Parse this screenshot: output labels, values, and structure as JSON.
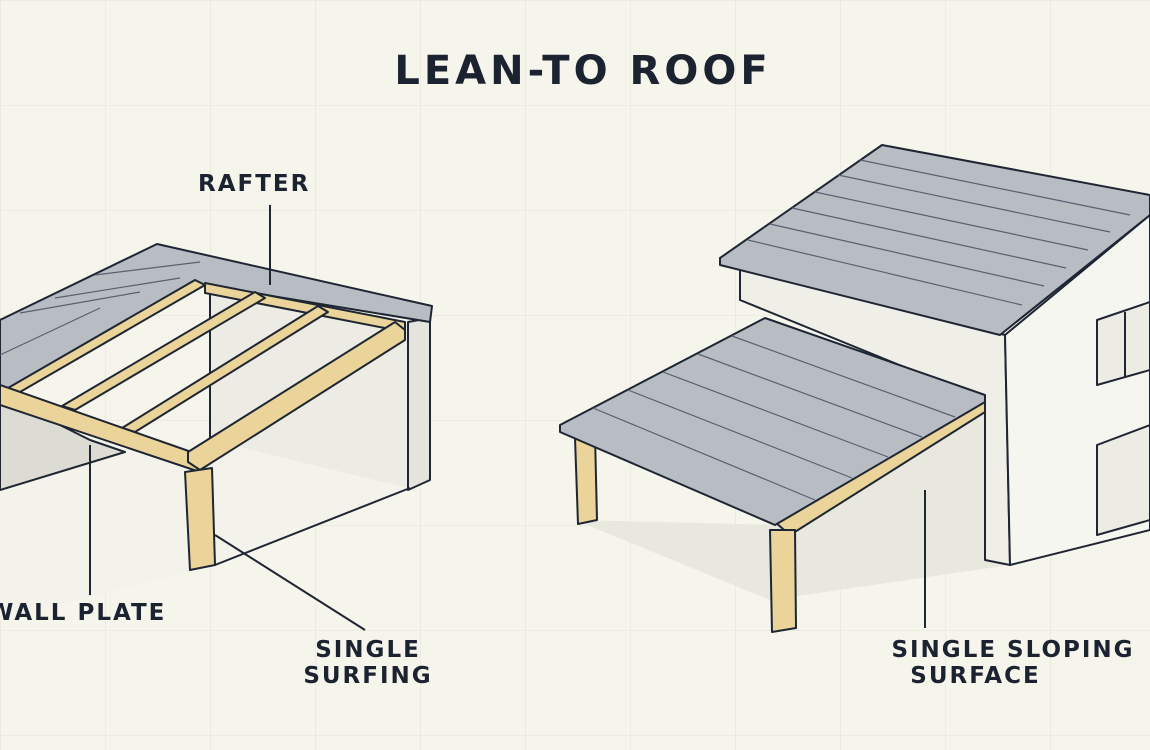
{
  "title": "LEAN-TO ROOF",
  "labels": {
    "rafter": "RAFTER",
    "wall_plate": "WALL PLATE",
    "single_surfing_1": "SINGLE",
    "single_surfing_2": "SURFING",
    "single_sloping_1": "SINGLE SLOPING",
    "single_sloping_2": "SURFACE"
  },
  "colors": {
    "background": "#f6f5ec",
    "roof": "#b8bcc3",
    "wood": "#ead49a",
    "wall": "#efefe8",
    "outline": "#1e2633"
  }
}
